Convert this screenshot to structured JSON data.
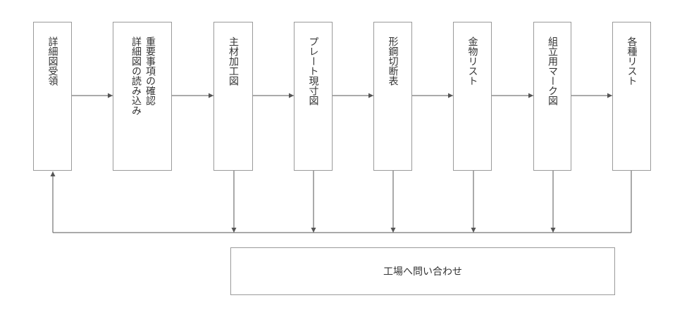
{
  "steps": [
    {
      "lines": [
        "詳細図受領"
      ]
    },
    {
      "lines": [
        "重要事項の確認",
        "詳細図の読み込み"
      ]
    },
    {
      "lines": [
        "主材加工図"
      ]
    },
    {
      "lines": [
        "プレート現寸図"
      ]
    },
    {
      "lines": [
        "形鋼切断表"
      ]
    },
    {
      "lines": [
        "金物リスト"
      ]
    },
    {
      "lines": [
        "組立用マーク図"
      ]
    },
    {
      "lines": [
        "各種リスト"
      ]
    }
  ],
  "factory": {
    "label": "工場へ問い合わせ"
  },
  "colors": {
    "line": "#555555",
    "border": "#9a9a9a",
    "text": "#333333"
  }
}
